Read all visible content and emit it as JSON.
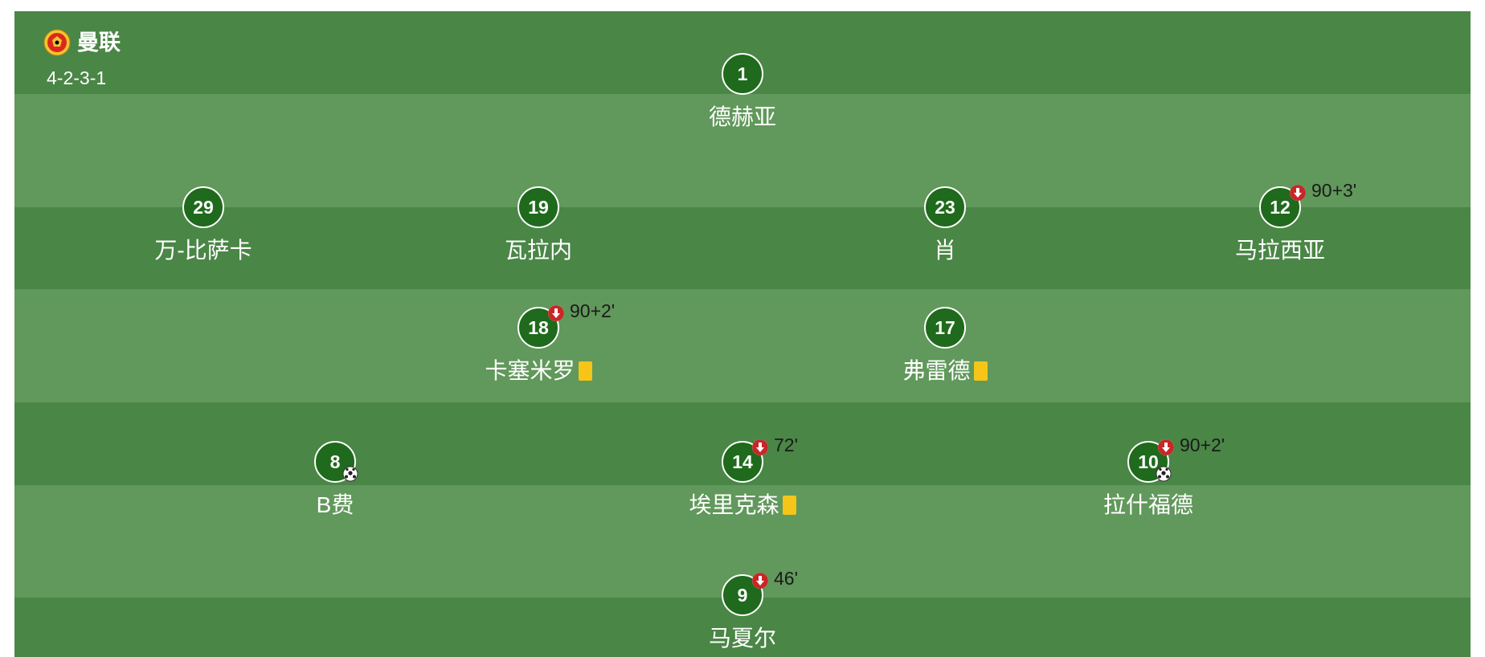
{
  "team": {
    "name": "曼联",
    "formation": "4-2-3-1",
    "crest_icon": "manchester-united-crest"
  },
  "colors": {
    "pitch_dark": "#4a8646",
    "pitch_light": "#61985b",
    "badge": "#1f6a1c",
    "sub_arrow": "#c62828",
    "yellow_card": "#f5c518"
  },
  "players": {
    "gk": {
      "number": "1",
      "name": "德赫亚"
    },
    "rb": {
      "number": "29",
      "name": "万-比萨卡"
    },
    "rcb": {
      "number": "19",
      "name": "瓦拉内"
    },
    "lcb": {
      "number": "23",
      "name": "肖"
    },
    "lb": {
      "number": "12",
      "name": "马拉西亚",
      "sub_off": "90+3'"
    },
    "rdm": {
      "number": "18",
      "name": "卡塞米罗",
      "sub_off": "90+2'",
      "yellow_card": true
    },
    "ldm": {
      "number": "17",
      "name": "弗雷德",
      "yellow_card": true
    },
    "ram": {
      "number": "8",
      "name": "B费",
      "goals": 1
    },
    "cam": {
      "number": "14",
      "name": "埃里克森",
      "sub_off": "72'",
      "yellow_card": true
    },
    "lam": {
      "number": "10",
      "name": "拉什福德",
      "sub_off": "90+2'",
      "goals": 1
    },
    "st": {
      "number": "9",
      "name": "马夏尔",
      "sub_off": "46'"
    }
  }
}
